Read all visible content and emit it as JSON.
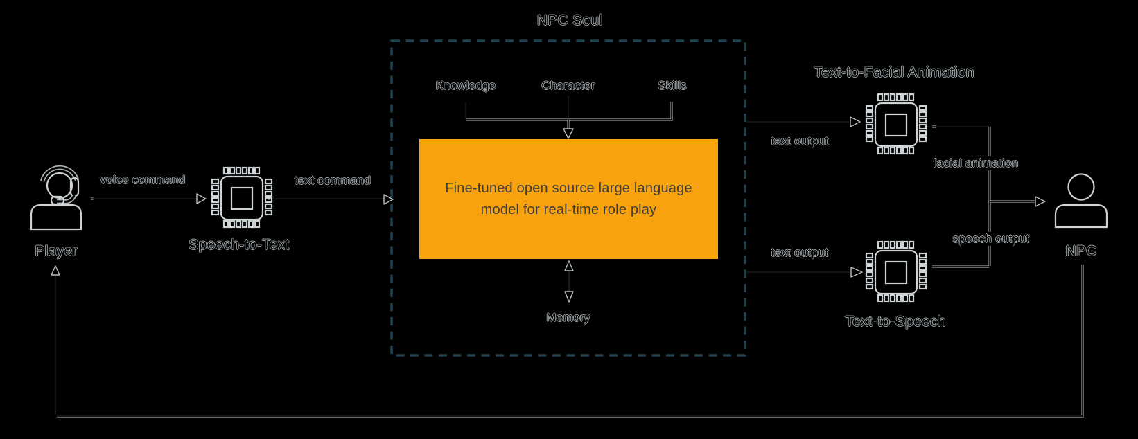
{
  "diagram": {
    "nodes": {
      "player": {
        "label": "Player",
        "icon": "person-headset-icon"
      },
      "speech_to_text": {
        "label": "Speech-to-Text",
        "icon": "chip-icon"
      },
      "npc_soul": {
        "title": "NPC Soul",
        "inputs": [
          {
            "label": "Knowledge"
          },
          {
            "label": "Character"
          },
          {
            "label": "Skills"
          }
        ],
        "llm": {
          "text": "Fine-tuned open source large language model for real-time role play"
        },
        "memory": {
          "label": "Memory"
        }
      },
      "text_to_facial_animation": {
        "label": "Text-to-Facial Animation",
        "icon": "chip-icon"
      },
      "text_to_speech": {
        "label": "Text-to-Speech",
        "icon": "chip-icon"
      },
      "npc": {
        "label": "NPC",
        "icon": "person-icon"
      }
    },
    "edges": {
      "voice_command": {
        "label": "voice command"
      },
      "text_command": {
        "label": "text command"
      },
      "tfa_text_output": {
        "label": "text output"
      },
      "tts_text_output": {
        "label": "text output"
      },
      "facial_animation": {
        "label": "facial animation"
      },
      "speech_output": {
        "label": "speech output"
      }
    },
    "colors": {
      "background": "#000000",
      "llm_fill": "#F8A20D",
      "llm_text": "#3D3D3D",
      "dashed_border": "#1F4150",
      "line_edge": "#9BA1A4"
    }
  }
}
